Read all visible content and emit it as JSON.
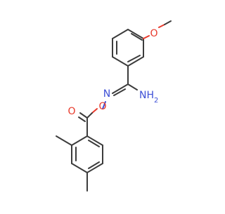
{
  "molecule": {
    "atom_labels": {
      "methoxy_o": "O",
      "imine_n": "N",
      "ester_o": "O",
      "carbonyl_o": "O",
      "amine_nh": "NH"
    },
    "amine_h_count": "2"
  },
  "colors": {
    "bond": "#3c3c3c",
    "oxygen": "#e8392b",
    "nitrogen": "#3d4fd6",
    "background": "#ffffff"
  }
}
